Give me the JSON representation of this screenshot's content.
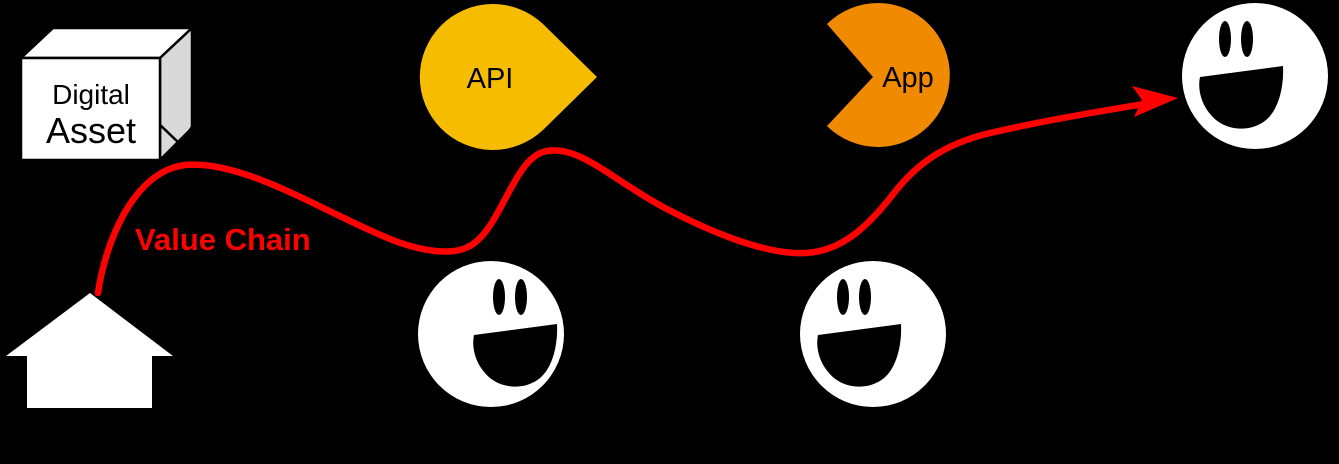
{
  "diagram": {
    "background_color": "#000000",
    "digital_asset": {
      "line1": "Digital",
      "line2": "Asset",
      "front_color": "#FFFFFF",
      "side_color": "#D9D9D9",
      "text_color": "#000000"
    },
    "api": {
      "label": "API",
      "color": "#F6BC00",
      "text_color": "#000000"
    },
    "app": {
      "label": "App",
      "color": "#F08A00",
      "text_color": "#000000"
    },
    "value_chain": {
      "label": "Value Chain",
      "color": "#FF0000"
    },
    "arrow": {
      "color": "#FF0000"
    },
    "house": {
      "color": "#FFFFFF"
    },
    "smileys": {
      "color": "#FFFFFF",
      "feature_color": "#000000"
    }
  }
}
